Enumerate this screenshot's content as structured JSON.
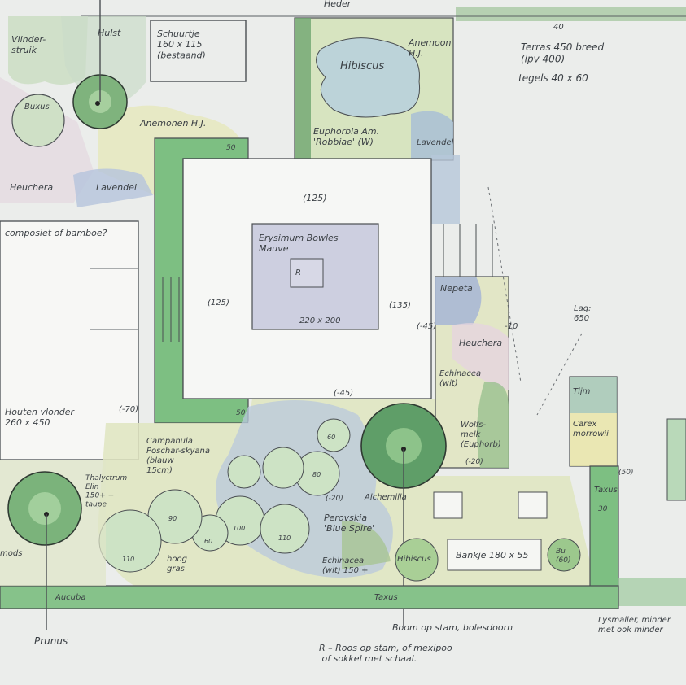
{
  "labels": {
    "hedge_top": "Heder",
    "vlinderstruik": "Vlinder-\nstruik",
    "hulst": "Hulst",
    "schuurtje": "Schuurtje\n160 x 115\n(bestaand)",
    "buxus": "Buxus",
    "anemonen_left": "Anemonen H.J.",
    "heuchera_left": "Heuchera",
    "lavendel_left": "Lavendel",
    "hibiscus_top": "Hibiscus",
    "anemoon_top": "Anemoon\nH.J.",
    "euphorbia": "Euphorbia Am.\n'Robbiae' (W)",
    "lavendel_right": "Lavendel",
    "terras": "Terras 450 breed\n(ipv 400)",
    "tegels": "tegels 40 x 60",
    "num_40": "40",
    "composiet": "composiet of bamboe?",
    "dim_125_top": "(125)",
    "erysimum": "Erysimum Bowles\nMauve",
    "r_mark": "R",
    "dim_225": "220 x 200",
    "dim_125_left": "(125)",
    "dim_135": "(135)",
    "num_50_a": "50",
    "num_50_b": "50",
    "nepeta": "Nepeta",
    "heuchera_right": "Heuchera",
    "dim_45": "(-45)",
    "dim_10": "-10",
    "echinacea_wit": "Echinacea\n(wit)",
    "dim_45_b": "(-45)",
    "lag": "Lag:\n650",
    "tijm": "Tijm",
    "carex": "Carex\nmorrowii",
    "houten_vlonder": "Houten vlonder\n260 x 450",
    "dim_70": "(-70)",
    "campanula": "Campanula\nPoschar-skyana\n(blauw\n15cm)",
    "wolfsmelk": "Wolfs-\nmelk\n(Euphorb)",
    "dim_20_a": "(-20)",
    "dim_20_b": "(-20)",
    "alchemilla": "Alchemilla",
    "thalyctrum": "Thalyctrum\nElin\n150+ +\ntaupe",
    "num_60_top": "60",
    "num_80": "80",
    "num_90": "90",
    "num_100": "100",
    "num_110_a": "110",
    "num_110_b": "110",
    "num_60_b": "60",
    "perovskia": "Perovskia\n'Blue Spire'",
    "echinacea_low": "Echinacea\n(wit) 150 +",
    "hibiscus_low": "Hibiscus",
    "bankje": "Bankje 180 x 55",
    "bu": "Bu\n(60)",
    "taxus_right": "Taxus",
    "num_30": "30",
    "dim_50_right": "(50)",
    "mods": "mods",
    "hoog_gras": "hoog\ngras",
    "aucuba": "Aucuba",
    "taxus_bottom": "Taxus",
    "prunus": "Prunus",
    "boom_op_stam": "Boom op stam, bolesdoorn",
    "smaller": "Lysmaller, minder\nmet ook minder",
    "legend_r": "R  –  Roos op stam, of mexipoo\n          of sokkel met schaal."
  }
}
